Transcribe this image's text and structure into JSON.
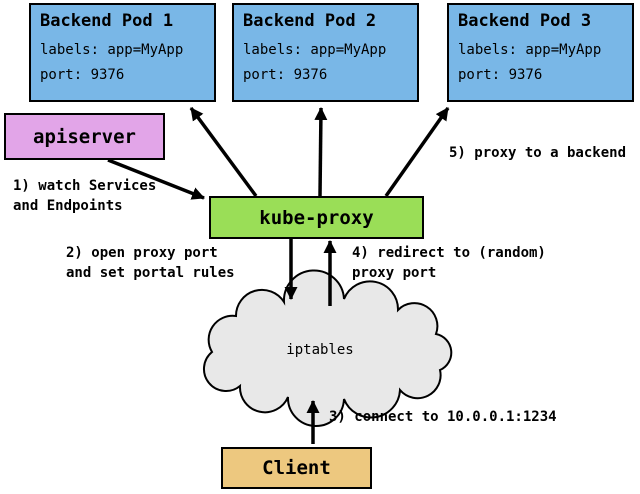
{
  "diagram": {
    "pods": [
      {
        "title": "Backend Pod 1",
        "labels": "labels: app=MyApp",
        "port": "port: 9376"
      },
      {
        "title": "Backend Pod 2",
        "labels": "labels: app=MyApp",
        "port": "port: 9376"
      },
      {
        "title": "Backend Pod 3",
        "labels": "labels: app=MyApp",
        "port": "port: 9376"
      }
    ],
    "nodes": {
      "apiserver": "apiserver",
      "kube_proxy": "kube-proxy",
      "iptables": "iptables",
      "client": "Client"
    },
    "steps": [
      {
        "text": "1) watch Services\nand Endpoints"
      },
      {
        "text": "2) open proxy port\nand set portal rules"
      },
      {
        "text": "3) connect to 10.0.0.1:1234"
      },
      {
        "text": "4) redirect to (random)\nproxy port"
      },
      {
        "text": "5) proxy to a backend"
      }
    ]
  },
  "colors": {
    "pod": "#79b7e7",
    "apiserver": "#e2a5e8",
    "kubeproxy": "#9ade57",
    "cloud": "#e8e8e8",
    "client": "#edc87f",
    "ink": "#000000"
  }
}
